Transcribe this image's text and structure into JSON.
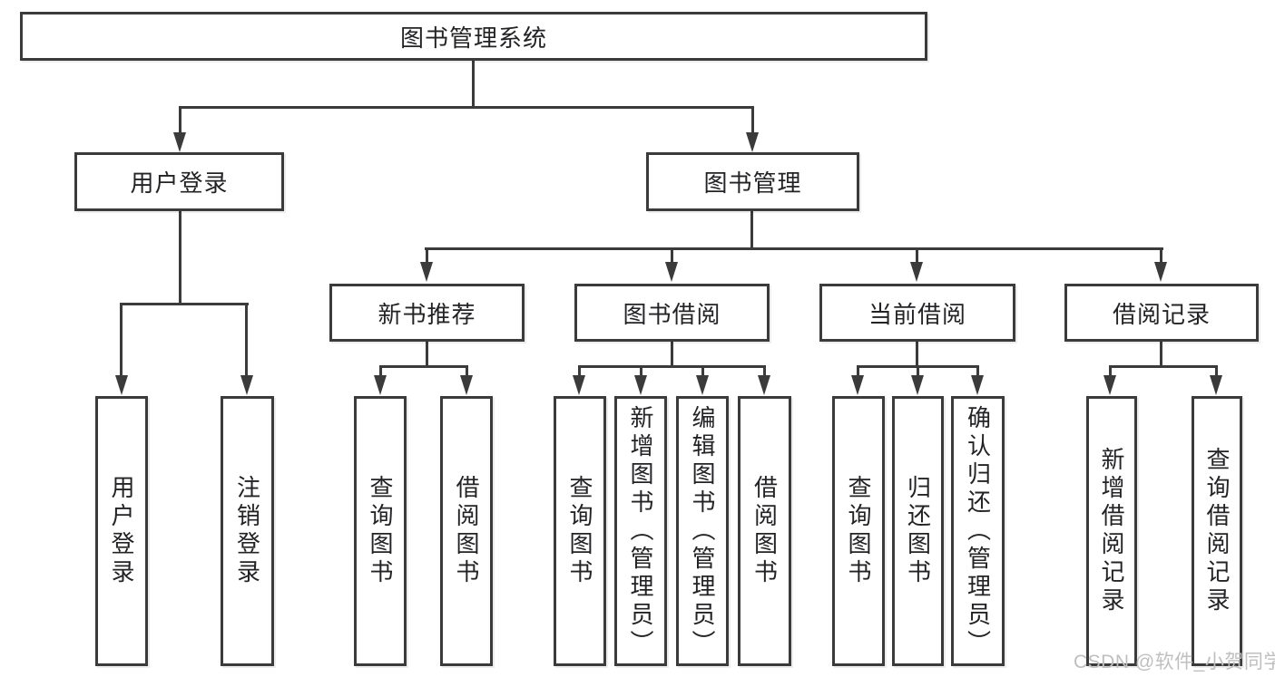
{
  "tree": {
    "root": {
      "label": "图书管理系统",
      "children": [
        {
          "label": "用户登录",
          "children": [
            {
              "label": "用户登录"
            },
            {
              "label": "注销登录"
            }
          ]
        },
        {
          "label": "图书管理",
          "children": [
            {
              "label": "新书推荐",
              "children": [
                {
                  "label": "查询图书"
                },
                {
                  "label": "借阅图书"
                }
              ]
            },
            {
              "label": "图书借阅",
              "children": [
                {
                  "label": "查询图书"
                },
                {
                  "label": "新增图书（管理员）"
                },
                {
                  "label": "编辑图书（管理员）"
                },
                {
                  "label": "借阅图书"
                }
              ]
            },
            {
              "label": "当前借阅",
              "children": [
                {
                  "label": "查询图书"
                },
                {
                  "label": "归还图书"
                },
                {
                  "label": "确认归还（管理员）"
                }
              ]
            },
            {
              "label": "借阅记录",
              "children": [
                {
                  "label": "新增借阅记录"
                },
                {
                  "label": "查询借阅记录"
                }
              ]
            }
          ]
        }
      ]
    }
  },
  "watermark": {
    "text": "CSDN @软件_小贺同学"
  },
  "colors": {
    "line": "#3b3b3b",
    "text": "#232326",
    "background": "#ffffff",
    "watermark": "#bfbfbf"
  }
}
